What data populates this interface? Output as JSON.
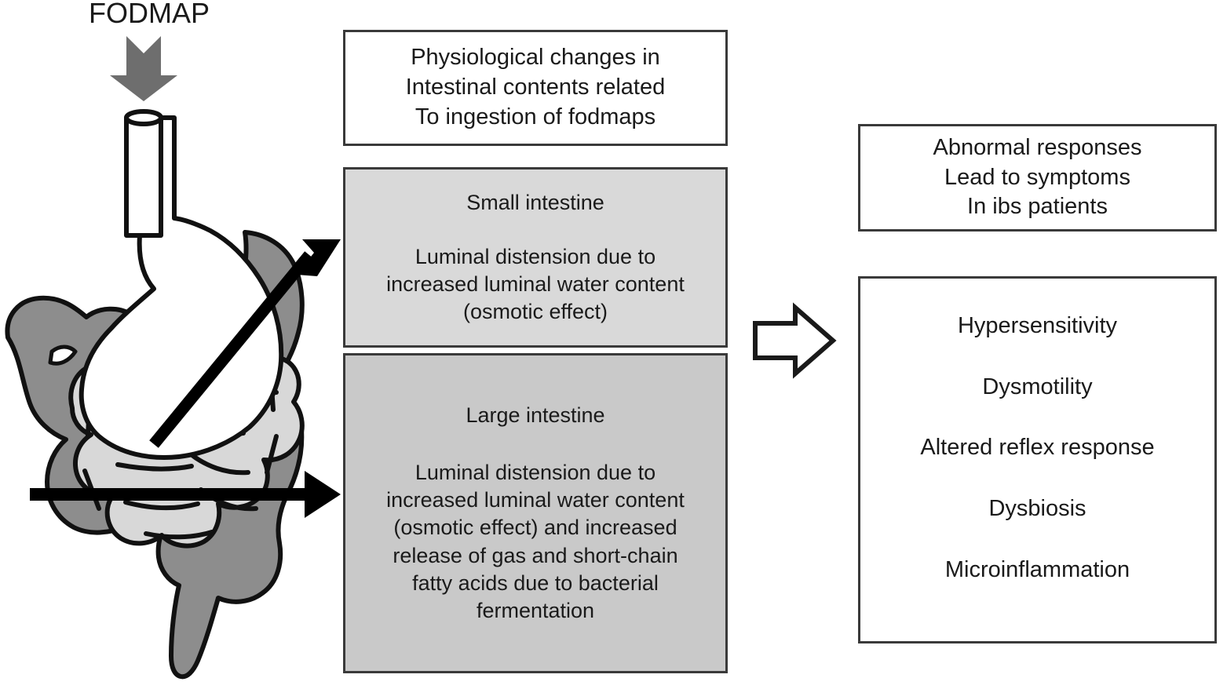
{
  "figure": {
    "type": "flow-diagram",
    "subject": "FODMAP effects on the gastrointestinal tract in IBS"
  },
  "input_label": "FODMAP",
  "boxes": {
    "physiological": {
      "lines": [
        "Physiological changes in",
        "Intestinal contents related",
        "To ingestion of fodmaps"
      ],
      "fill": "#ffffff"
    },
    "small_intestine": {
      "title": "Small intestine",
      "lines": [
        "Luminal distension due to",
        "increased luminal water content",
        "(osmotic effect)"
      ],
      "fill": "#d9d9d9"
    },
    "large_intestine": {
      "title": "Large intestine",
      "lines": [
        "Luminal distension due to",
        "increased luminal water content",
        "(osmotic effect) and increased",
        "release of gas and short-chain",
        "fatty acids due to bacterial",
        "fermentation"
      ],
      "fill": "#c9c9c9"
    },
    "abnormal_responses": {
      "lines": [
        "Abnormal responses",
        "Lead to symptoms",
        "In ibs patients"
      ],
      "fill": "#ffffff"
    },
    "symptoms": {
      "items": [
        "Hypersensitivity",
        "Dysmotility",
        "Altered reflex response",
        "Dysbiosis",
        "Microinflammation"
      ],
      "fill": "#ffffff"
    }
  },
  "anatomy": {
    "label": "gastrointestinal-tract-illustration",
    "parts": [
      "esophagus",
      "stomach",
      "large-intestine-colon",
      "small-intestine-coils",
      "rectum"
    ],
    "colors": {
      "outline": "#111111",
      "stomach_fill": "#ffffff",
      "colon_fill": "#8d8d8d",
      "small_intestine_fill": "#d8d8d8"
    }
  },
  "arrows": {
    "fodmap_down": {
      "name": "fodmap-down-arrow",
      "color": "#6e6e6e",
      "direction": "down"
    },
    "to_small_intestine": {
      "name": "arrow-to-small-intestine",
      "color": "#000000",
      "direction": "up-right"
    },
    "to_large_intestine": {
      "name": "arrow-to-large-intestine",
      "color": "#000000",
      "direction": "right"
    },
    "to_symptoms": {
      "name": "arrow-to-symptoms",
      "color": "#ffffff",
      "stroke": "#1a1a1a",
      "direction": "right"
    }
  },
  "palette": {
    "box_border": "#3a3a3a",
    "text": "#1a1a1a",
    "background": "#ffffff"
  }
}
